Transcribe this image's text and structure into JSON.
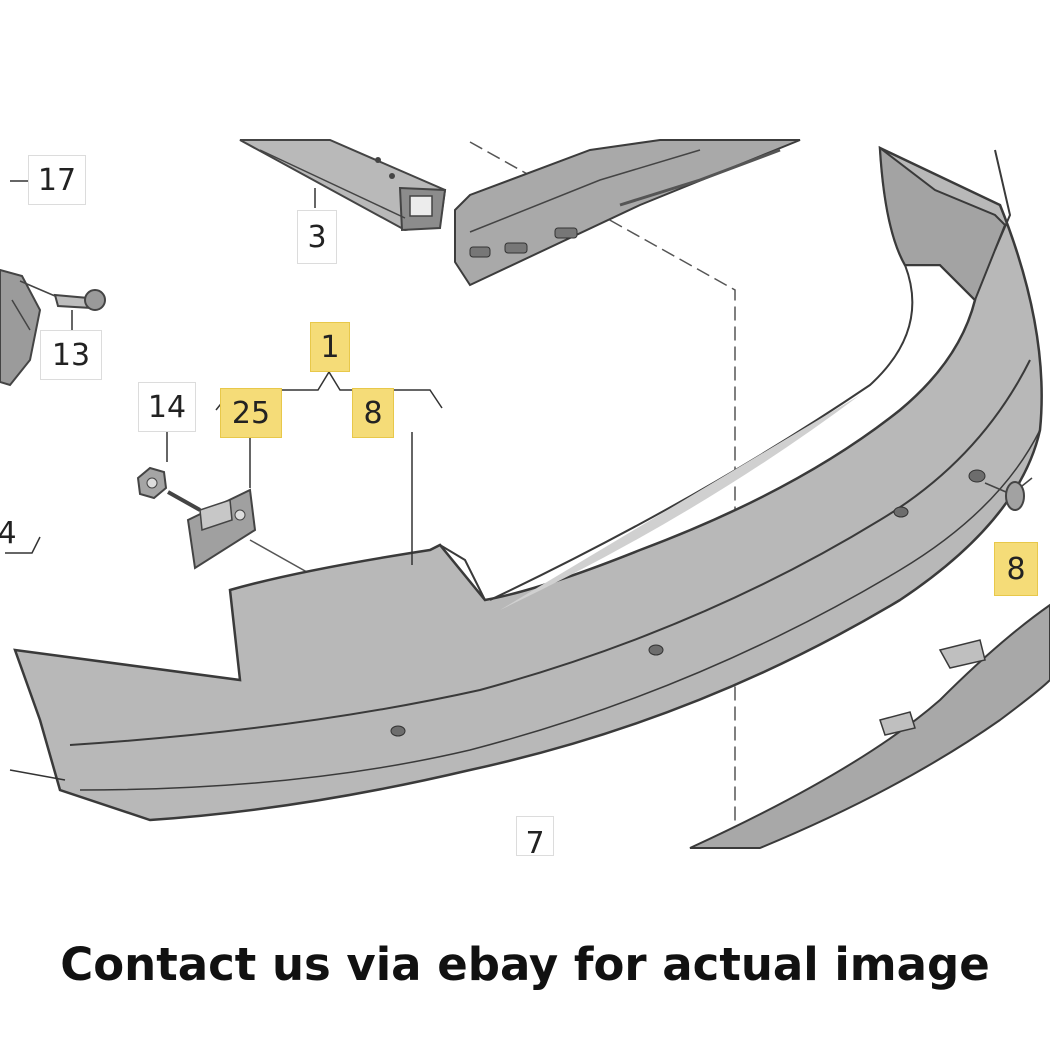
{
  "callouts": {
    "c17": "17",
    "c3": "3",
    "c13": "13",
    "c1": "1",
    "c14": "14",
    "c25": "25",
    "c8a": "8",
    "c4": "4",
    "c8b": "8",
    "c7": "7"
  },
  "colors": {
    "highlight": "#f5dc78",
    "bumper": "#b7b7b7",
    "line": "#4a4a4a"
  },
  "caption": "Contact us via ebay for actual image"
}
